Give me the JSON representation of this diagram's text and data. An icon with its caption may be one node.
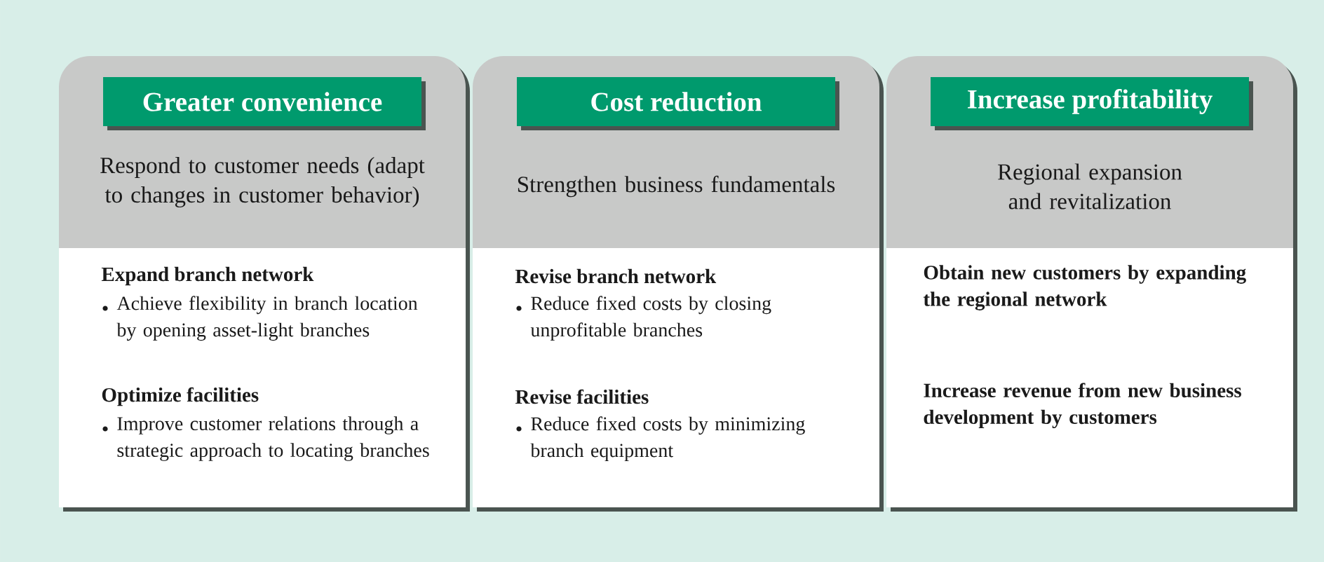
{
  "diagram": {
    "nodes": [
      {
        "text": [
          "Respond to customer needs (adapt to changes in customer behavior)",
          "Expand branch network",
          "Achieve flexibility in branch location by opening asset-light branches",
          "Optimize facilities",
          "Improve customer relations through a strategic approach to locating branches"
        ]
      },
      {
        "text": [
          "Greater convenience"
        ],
        "in": 0
      },
      {
        "text": [
          "Strengthen business fundamentals",
          "Revise branch network",
          "Reduce fixed costs by closing unprofitable branches",
          "Revise facilities",
          "Reduce fixed costs by minimizing branch equipment"
        ]
      },
      {
        "text": [
          "Cost reduction"
        ],
        "in": 2
      },
      {
        "text": [
          "Regional expansion and revitalization",
          "Obtain new customers by expanding the regional network",
          "Increase revenue from new business development by customers"
        ]
      },
      {
        "text": [
          "Increase profitability"
        ],
        "in": 4
      }
    ]
  }
}
